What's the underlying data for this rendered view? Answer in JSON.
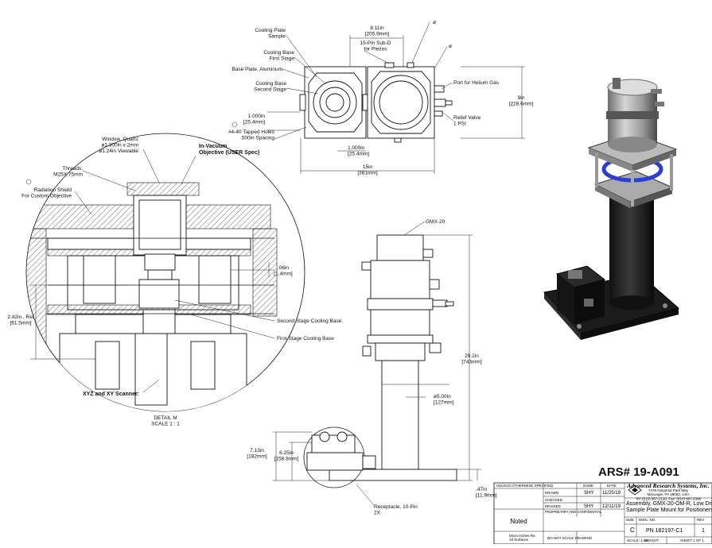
{
  "top_view": {
    "labels": {
      "cooling_plate_sample": "Cooling Plate\nSample",
      "cooling_base_first": "Cooling Base\nFirst Stage",
      "base_plate": "Base Plate, Aluminum",
      "cooling_base_second": "Cooling Base\nSecond Stage",
      "sub_d": "15-Pin  Sub-D\nfor Piezos",
      "port_helium": "Port for Helium Gas",
      "relief_valve": "Relief Valve\n1 PSI",
      "tapped_holes": "#4-40 Tapped Holes\n.500in Spacing",
      "phi1": "ø",
      "phi2": "ø"
    },
    "dims": {
      "top_width": "8.11in\n[205.9mm]",
      "height": "9in\n[228.6mm]",
      "left_offset": "1.000in\n[25.4mm]",
      "bottom_offset": "1.000in\n[25.4mm]",
      "total_width": "15in\n[381mm]"
    }
  },
  "detail_view": {
    "labels": {
      "window": "Window, Quartz\nø1.300in x 2mm\nø1.24in Viewable",
      "objective": "In-Vacuum\nObjective (USER Spec)",
      "threads": "Threads:\nM25X.75mm",
      "radiation_shield": "Radiation Shield\nFor Custom Objective",
      "second_stage": "Second Stage Cooling Base",
      "first_stage": "First Stage Cooling Base",
      "scanner": "XYZ and XY Scanner:",
      "detail_name": "DETAIL M\nSCALE 1 : 1"
    },
    "dims": {
      "gap": ".06in\n[1.4mm]",
      "height": "2.42in , Ref\n[61.5mm]"
    }
  },
  "side_view": {
    "labels": {
      "gmx": "GMX-20",
      "receptacle": "Receptacle, 10-Pin\n2X"
    },
    "dims": {
      "total_height": "29.2in\n[743mm]",
      "diameter": "ø5.00in\n[127mm]",
      "h1": "7.13in\n[182mm]",
      "h2": "6.25in\n[158.8mm]",
      "base": ".47in\n[11.9mm]"
    }
  },
  "title_block": {
    "ars_number": "ARS# 19-A091",
    "company": "Advanced Research Systems, Inc.",
    "address": "7476 Industrial Park Way\nMacungie, PA 18062, USA\nTel: (610) 967-2120, Fax: (610) 967-2395",
    "title": "Assembly, GMX-20-OM-R, Low Drift\nSample Plate Mount for Positioners",
    "unless_specified": "UNLESS OTHERWISE SPECIFIED",
    "name_hdr": "NAME",
    "date_hdr": "DATE",
    "drawn_label": "DRAWN",
    "drawn_name": "SHY",
    "drawn_date": "11/25/19",
    "checked_label": "CHECKED",
    "revised_label": "REVISED",
    "revised_name": "SHY",
    "revised_date": "12/11/19",
    "proprietary": "PROPRIETARY AND CONFIDENTIAL",
    "finish": "Noted",
    "size_label": "SIZE",
    "size": "C",
    "dwg_label": "DWG. NO.",
    "dwg_no": "PN 182197-C1",
    "rev_label": "REV",
    "rev": "1",
    "scale": "SCALE: 1:16",
    "weight": "WEIGHT:",
    "sheet": "SHEET 1 OF 1",
    "do_not_scale": "DO NOT SCALE DRAWING",
    "surface": "Micro Inches Ra\nAll Surfaces"
  }
}
